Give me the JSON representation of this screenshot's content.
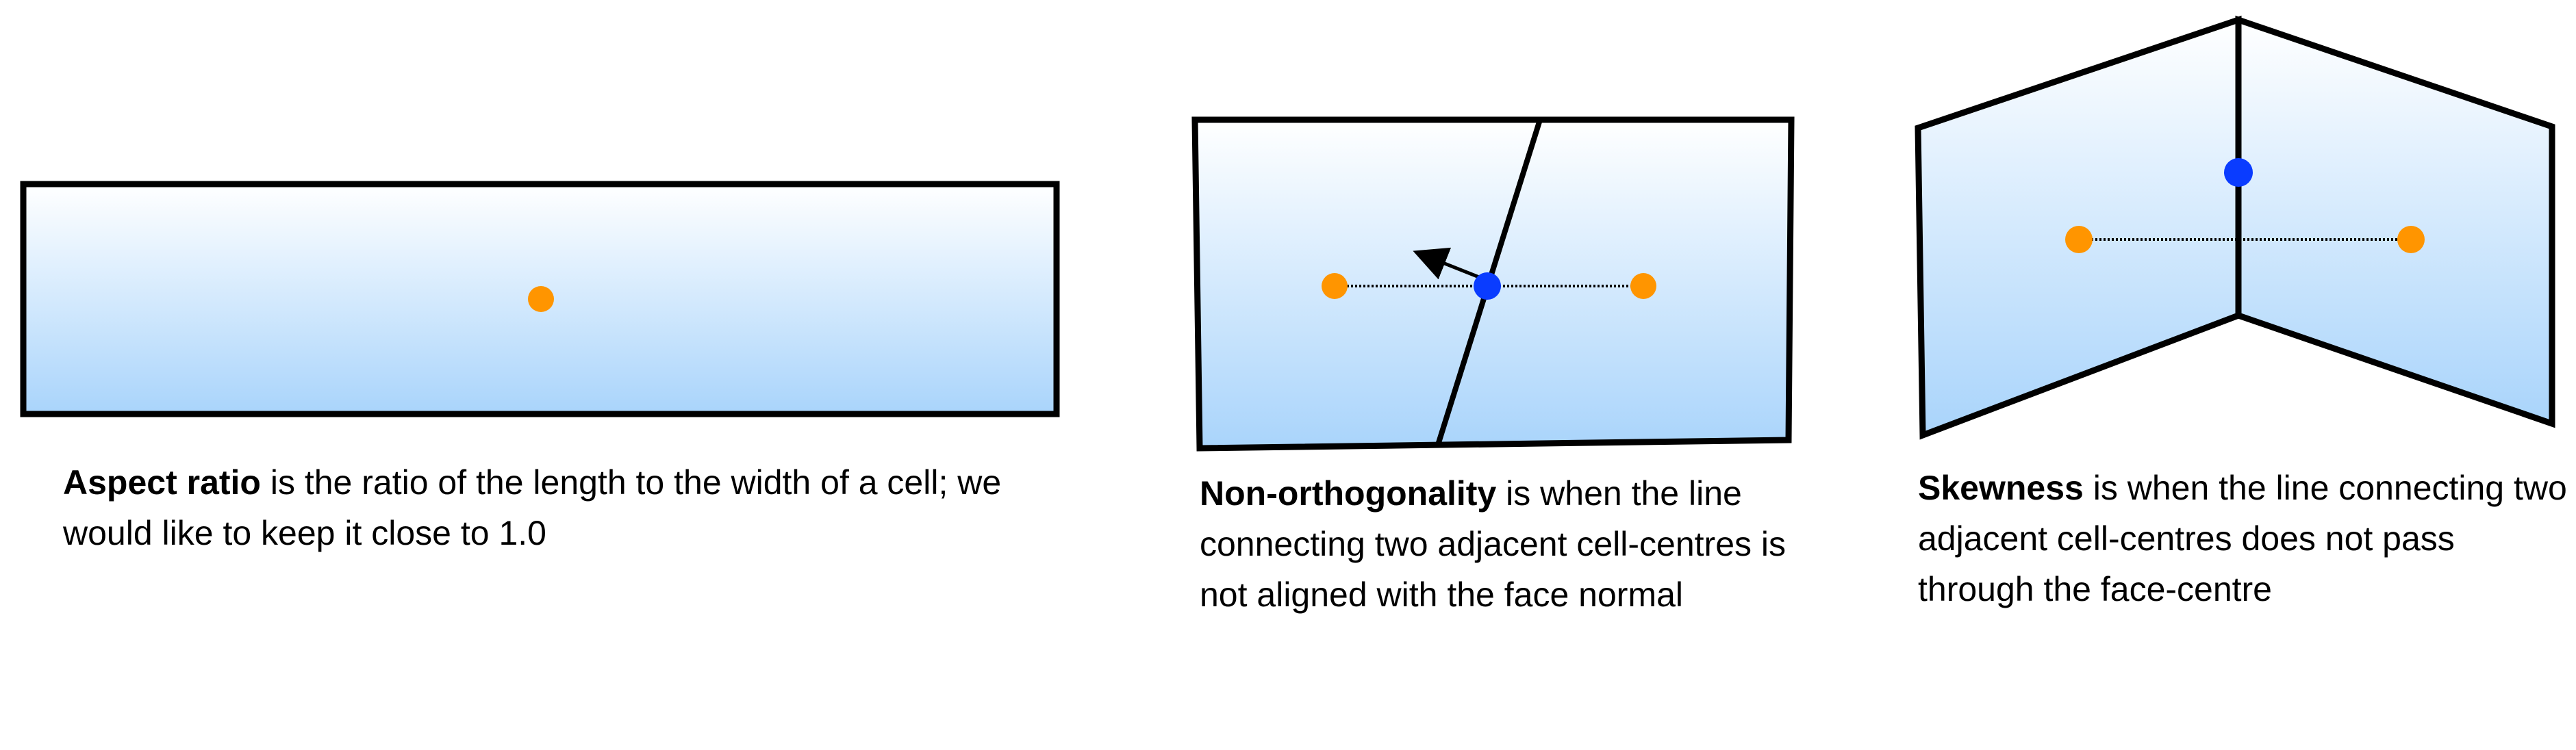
{
  "panels": [
    {
      "term": "Aspect ratio",
      "description": " is the ratio of the length to the width of a cell; we would like to keep it close to 1.0"
    },
    {
      "term": "Non-orthogonality",
      "description": " is when the line connecting two adjacent cell-centres is not aligned with the face normal"
    },
    {
      "term": "Skewness",
      "description": " is when the line connecting two adjacent cell-centres does not pass through the face-centre"
    }
  ],
  "colors": {
    "cell_centre": "#ff9500",
    "face_centre": "#0a3cff",
    "fill_top": "#ffffff",
    "fill_bottom": "#a9d4fb"
  }
}
